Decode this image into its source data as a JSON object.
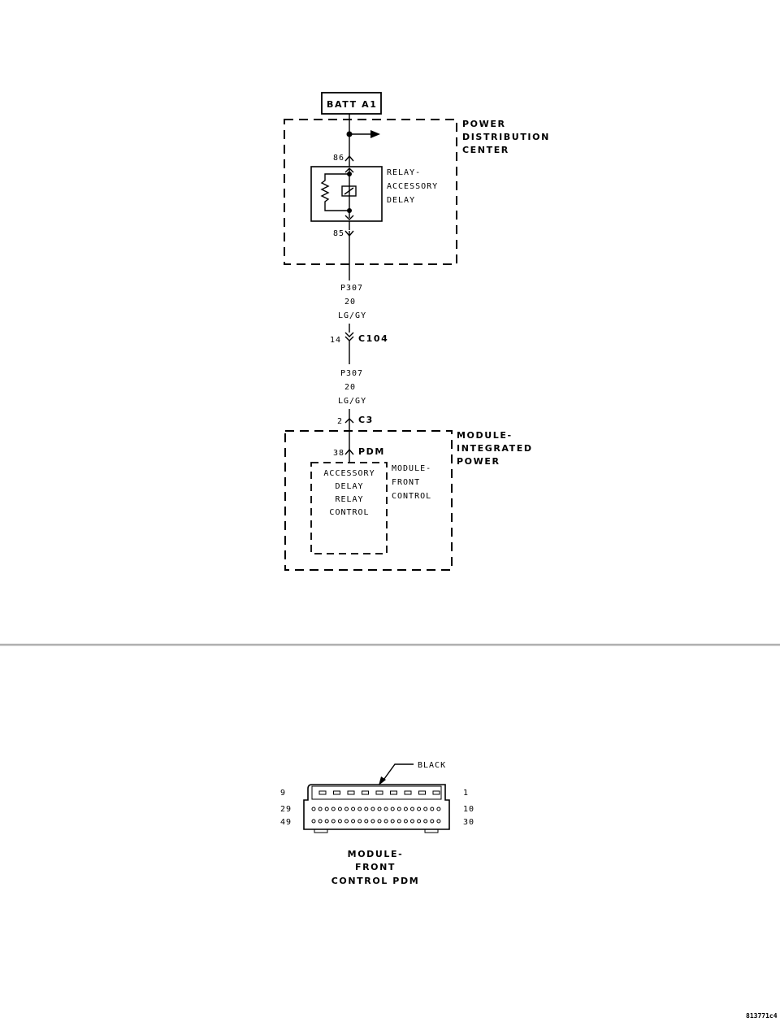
{
  "schematic": {
    "batt_label": "BATT A1",
    "pdc_label": [
      "POWER",
      "DISTRIBUTION",
      "CENTER"
    ],
    "relay_label": [
      "RELAY-",
      "ACCESSORY",
      "DELAY"
    ],
    "relay_pin_top": "86",
    "relay_pin_bottom": "85",
    "wire_upper": [
      "P307",
      "20",
      "LG/GY"
    ],
    "c104_pin": "14",
    "c104_label": "C104",
    "wire_lower": [
      "P307",
      "20",
      "LG/GY"
    ],
    "c3_pin": "2",
    "c3_label": "C3",
    "pdm_pin": "38",
    "pdm_label": "PDM",
    "mip_label": [
      "MODULE-",
      "INTEGRATED",
      "POWER"
    ],
    "mfc_label": [
      "MODULE-",
      "FRONT",
      "CONTROL"
    ],
    "internal_label": [
      "ACCESSORY",
      "DELAY",
      "RELAY",
      "CONTROL"
    ]
  },
  "connector": {
    "color_label": "BLACK",
    "row_labels_left": [
      "9",
      "29",
      "49"
    ],
    "row_labels_right": [
      "1",
      "10",
      "30"
    ],
    "title": [
      "MODULE-",
      "FRONT",
      "CONTROL PDM"
    ]
  },
  "figure_id": "813771c4"
}
